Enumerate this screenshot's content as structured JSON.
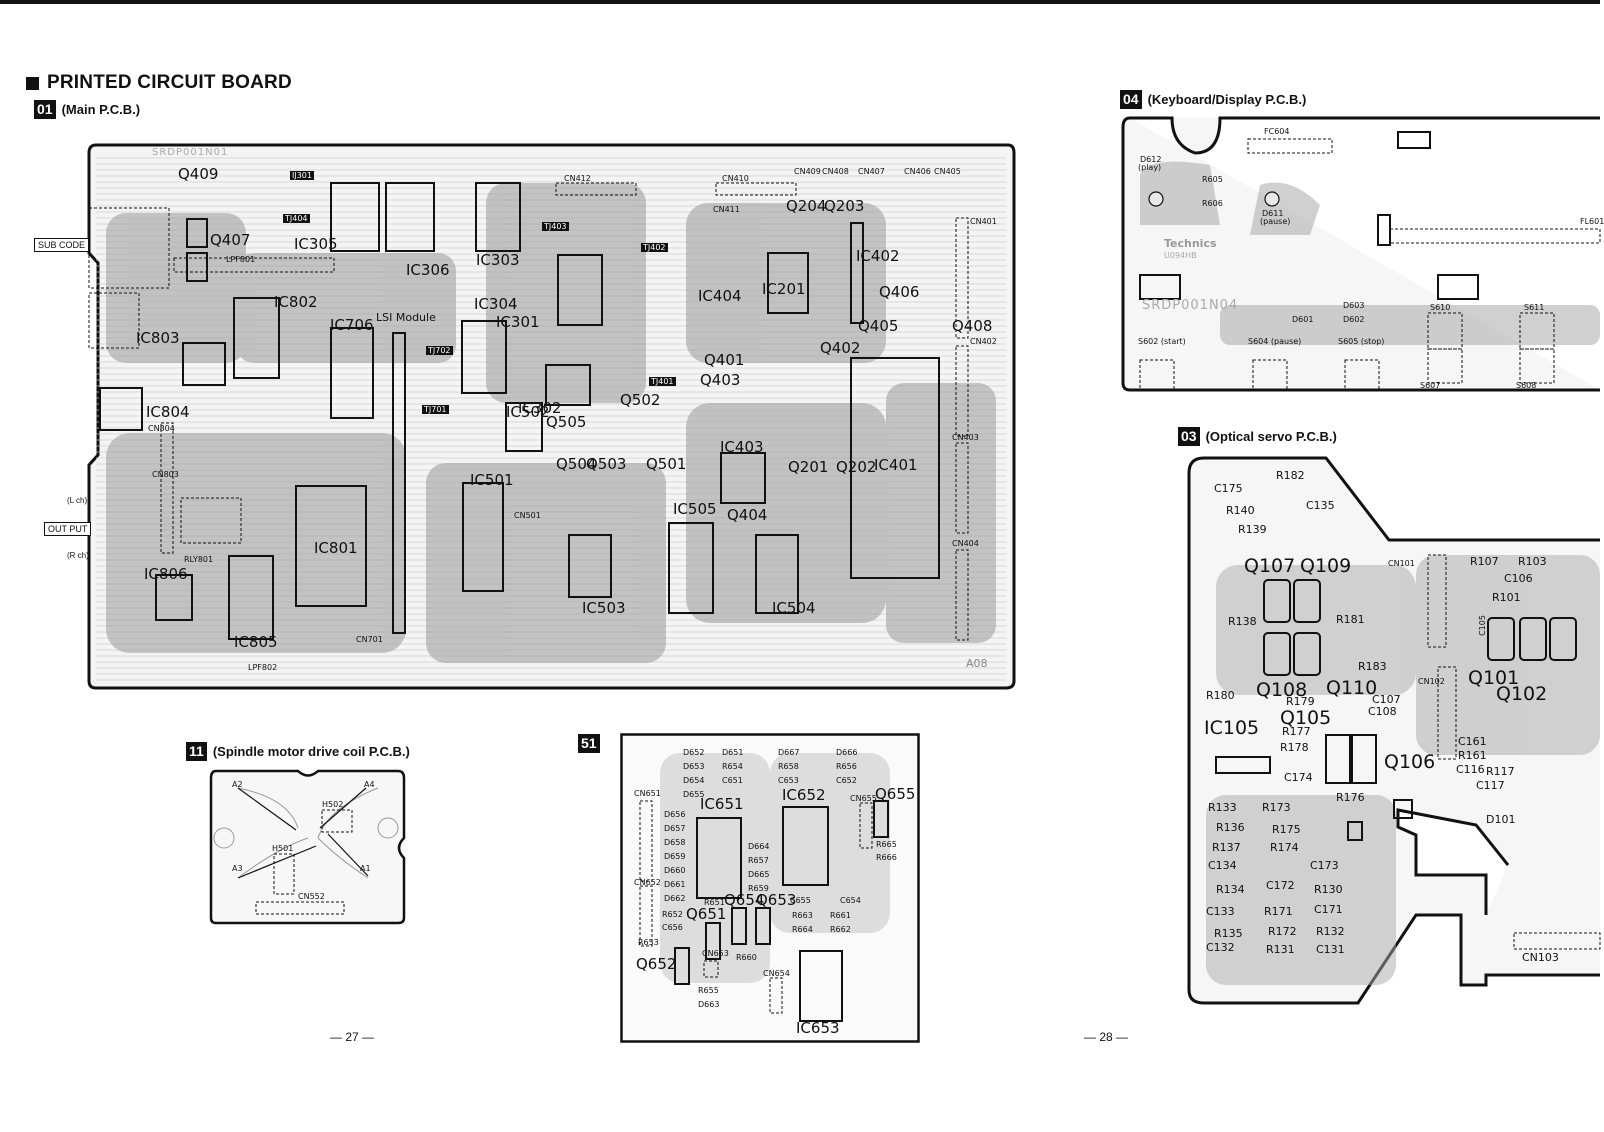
{
  "page": {
    "title": "PRINTED CIRCUIT BOARD",
    "page_numbers": [
      "— 27 —",
      "— 28 —"
    ]
  },
  "sections": {
    "main": {
      "num": "01",
      "title": "(Main P.C.B.)",
      "serial": "SRDP001N01",
      "mark": "A08",
      "side_labels": {
        "sub_code": "SUB CODE",
        "out_put": "OUT PUT",
        "lch": "(L ch)",
        "rch": "(R ch)"
      },
      "components": [
        "Q409",
        "Q407",
        "IJ301",
        "TJ404",
        "IC305",
        "IC306",
        "IC303",
        "IC304",
        "IC301",
        "IC302",
        "IC802",
        "IC803",
        "IC804",
        "IC706",
        "LSI Module",
        "TJ702",
        "TJ701",
        "TJ403",
        "TJ402",
        "TJ401",
        "IC404",
        "IC201",
        "Q204",
        "Q203",
        "IC402",
        "Q406",
        "Q405",
        "Q408",
        "Q402",
        "Q401",
        "Q403",
        "IC403",
        "Q201",
        "Q202",
        "IC401",
        "Q404",
        "IC505",
        "IC504",
        "IC503",
        "IC502",
        "IC501",
        "Q505",
        "Q504",
        "Q503",
        "Q502",
        "Q501",
        "IC801",
        "IC806",
        "IC805",
        "RLY801",
        "LPF801",
        "LPF802",
        "CN412",
        "CN410",
        "CN411",
        "CN409",
        "CN408",
        "CN407",
        "CN406",
        "CN405",
        "CN401",
        "CN402",
        "CN403",
        "CN404",
        "CN804",
        "CN803",
        "CN501",
        "CN701"
      ]
    },
    "keyboard": {
      "num": "04",
      "title": "(Keyboard/Display P.C.B.)",
      "serial": "SRDP001N04",
      "brand": "Technics",
      "code": "U094HB",
      "components": {
        "fc": "FC604",
        "fl": "FL601",
        "d612": "D612",
        "d612_note": "(play)",
        "d611": "D611",
        "d611_note": "(pause)",
        "r605": "R605",
        "r606": "R606",
        "d601": "D601",
        "d602": "D602",
        "d603": "D603",
        "s602": "S602 (start)",
        "s604": "S604 (pause)",
        "s605": "S605 (stop)",
        "s610": "S610",
        "s611": "S611",
        "s607": "S607",
        "s608": "S608"
      }
    },
    "optical": {
      "num": "03",
      "title": "(Optical servo P.C.B.)",
      "components": [
        "R182",
        "C175",
        "R140",
        "C135",
        "R139",
        "Q107",
        "Q109",
        "CN101",
        "R107",
        "R103",
        "C106",
        "R101",
        "R138",
        "R181",
        "C105",
        "Q101",
        "Q108",
        "Q110",
        "R183",
        "CN102",
        "Q102",
        "R180",
        "R179",
        "C107",
        "C108",
        "IC105",
        "Q105",
        "R177",
        "R178",
        "C161",
        "R161",
        "C116",
        "Q106",
        "C174",
        "R176",
        "C117",
        "R117",
        "D101",
        "R133",
        "R173",
        "R136",
        "R175",
        "R137",
        "R174",
        "C134",
        "C173",
        "R134",
        "C172",
        "R130",
        "C133",
        "R171",
        "C171",
        "R135",
        "R172",
        "R132",
        "C132",
        "R131",
        "C131",
        "CN103"
      ]
    },
    "spindle": {
      "num": "11",
      "title": "(Spindle motor drive coil P.C.B.)",
      "components": {
        "a1": "A1",
        "a2": "A2",
        "a3": "A3",
        "a4": "A4",
        "h501": "H501",
        "h502": "H502",
        "cn552": "CN552"
      }
    },
    "s51": {
      "num": "51",
      "components": [
        "D652",
        "D651",
        "D667",
        "D666",
        "D653",
        "R654",
        "R658",
        "R656",
        "D654",
        "C651",
        "C653",
        "C652",
        "D655",
        "IC651",
        "IC652",
        "CN651",
        "CN655",
        "Q655",
        "D656",
        "D657",
        "D658",
        "D659",
        "D660",
        "D661",
        "D662",
        "D664",
        "R657",
        "D665",
        "R659",
        "R665",
        "R666",
        "CN652",
        "R651",
        "Q654",
        "Q653",
        "C655",
        "C654",
        "R652",
        "Q651",
        "R663",
        "R661",
        "C656",
        "R664",
        "R662",
        "R653",
        "Q652",
        "CN653",
        "R660",
        "CN654",
        "R655",
        "D663",
        "IC653"
      ]
    }
  }
}
